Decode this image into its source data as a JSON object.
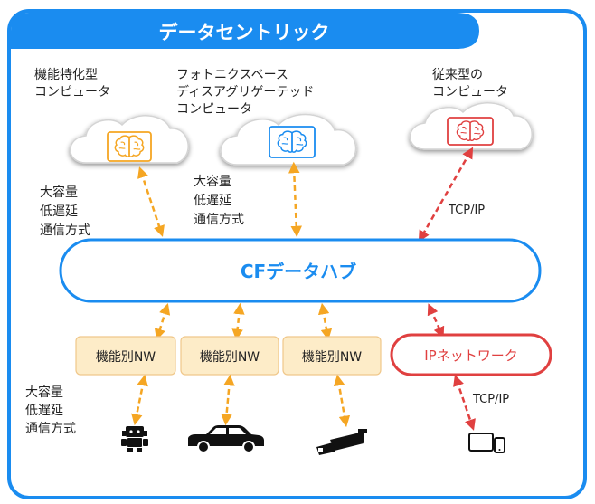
{
  "title": "データセントリック",
  "computers": {
    "specialized": [
      "機能特化型",
      "コンピュータ"
    ],
    "photonics": [
      "フォトニクスベース",
      "ディスアグリゲーテッド",
      "コンピュータ"
    ],
    "conventional": [
      "従来型の",
      "コンピュータ"
    ]
  },
  "link_labels": {
    "high_capacity_1": [
      "大容量",
      "低遅延",
      "通信方式"
    ],
    "high_capacity_2": [
      "大容量",
      "低遅延",
      "通信方式"
    ],
    "high_capacity_3": [
      "大容量",
      "低遅延",
      "通信方式"
    ],
    "tcpip_top": "TCP/IP",
    "tcpip_bottom": "TCP/IP"
  },
  "hub": {
    "label": "CFデータハブ"
  },
  "networks": {
    "nw1": "機能別NW",
    "nw2": "機能別NW",
    "nw3": "機能別NW",
    "ip": "IPネットワーク"
  },
  "icons": {
    "brain": "brain-icon",
    "robot": "robot-icon",
    "car": "car-icon",
    "camera": "security-camera-icon",
    "devices": "tablet-phone-icon"
  },
  "colors": {
    "frame_blue": "#1a8cf0",
    "orange": "#f5a623",
    "red": "#e04040",
    "nw_fill": "#fdecc8",
    "text": "#222222"
  }
}
